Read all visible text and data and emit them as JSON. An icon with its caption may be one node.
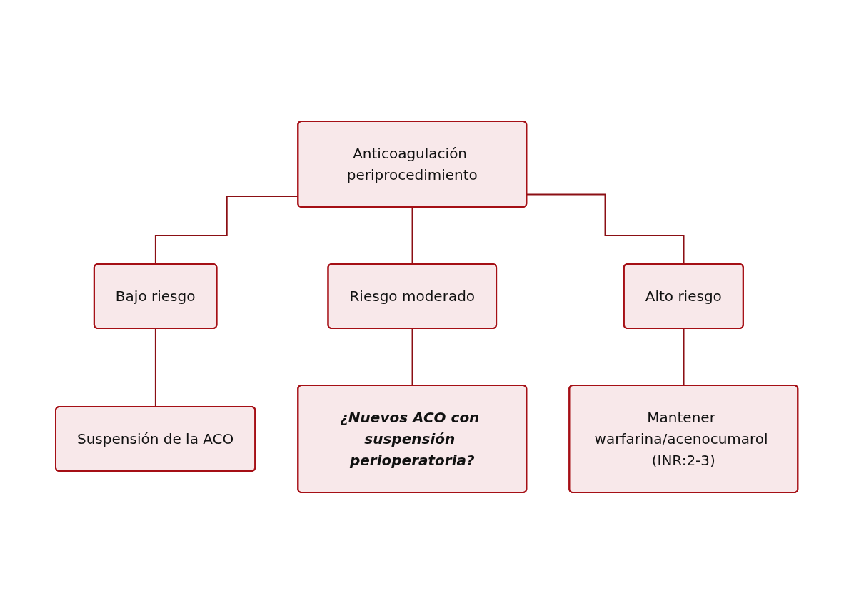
{
  "diagram": {
    "nodes": [
      {
        "text": [
          "Anticoagulación periprocedimiento"
        ]
      },
      {
        "text": [
          "Bajo riesgo"
        ]
      },
      {
        "text": [
          "Riesgo moderado"
        ]
      },
      {
        "text": [
          "Alto riesgo"
        ]
      },
      {
        "text": [
          "Suspensión de la ACO"
        ]
      },
      {
        "text": [
          "¿Nuevos ACO con suspensión perioperatoria?"
        ]
      },
      {
        "text": [
          "Mantener warfarina/acenocumarol (INR:2-3)"
        ]
      }
    ],
    "edges": [
      {
        "from": 0,
        "to": 1,
        "arrow": "none"
      },
      {
        "from": 0,
        "to": 2,
        "arrow": "none"
      },
      {
        "from": 0,
        "to": 3,
        "arrow": "none"
      },
      {
        "from": 1,
        "to": 4,
        "arrow": "none"
      },
      {
        "from": 2,
        "to": 5,
        "arrow": "none"
      },
      {
        "from": 3,
        "to": 6,
        "arrow": "none"
      }
    ]
  }
}
